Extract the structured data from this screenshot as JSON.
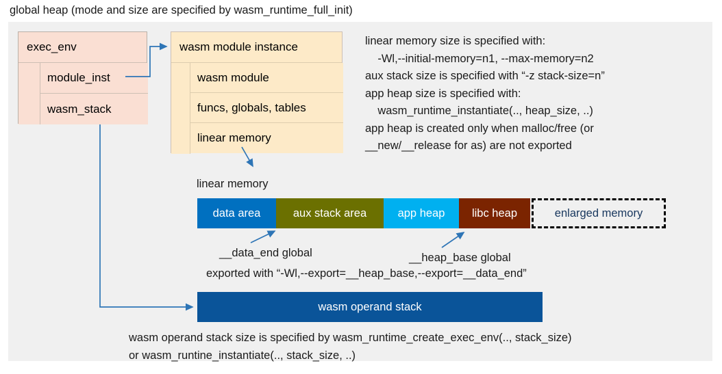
{
  "title": "global heap (mode and size are specified by wasm_runtime_full_init)",
  "colors": {
    "panel_background": "#f0f0f0",
    "exec_env_fill": "#fadfd3",
    "module_instance_fill": "#fdeac8",
    "data_area": "#0070c0",
    "aux_stack_area": "#6b7000",
    "app_heap": "#00b0f0",
    "libc_heap": "#7b2400",
    "enlarged_memory_text": "#17365d",
    "operand_stack": "#0a5499",
    "connector": "#2e75b6"
  },
  "exec_env": {
    "header": "exec_env",
    "fields": [
      {
        "label": "module_inst"
      },
      {
        "label": "wasm_stack"
      }
    ]
  },
  "module_instance": {
    "header": "wasm module instance",
    "rows": [
      {
        "label": "wasm module"
      },
      {
        "label": "funcs, globals, tables"
      },
      {
        "label": "linear memory"
      }
    ]
  },
  "runtime_note": "linear memory size is specified with:\n    -Wl,--initial-memory=n1, --max-memory=n2\naux stack size is specified with “-z stack-size=n”\napp heap size is specified with:\n    wasm_runtime_instantiate(.., heap_size, ..)\napp heap is created only when malloc/free (or\n__new/__release for as) are not exported",
  "linear_memory": {
    "caption": "linear memory",
    "segments": [
      {
        "label": "data area",
        "color": "#0070c0",
        "width": 115,
        "dashed": false
      },
      {
        "label": "aux stack area",
        "color": "#6b7000",
        "width": 157,
        "dashed": false
      },
      {
        "label": "app heap",
        "color": "#00b0f0",
        "width": 110,
        "dashed": false
      },
      {
        "label": "libc heap",
        "color": "#7b2400",
        "width": 104,
        "dashed": false
      },
      {
        "label": "enlarged memory",
        "color": "#f0f0f0",
        "width": 196,
        "dashed": true
      }
    ]
  },
  "annotations": {
    "data_end": "__data_end global",
    "heap_base": "__heap_base global",
    "exported_with": "exported with “-Wl,--export=__heap_base,--export=__data_end”"
  },
  "operand_stack": {
    "label": "wasm operand stack",
    "note": "wasm operand stack size is specified by wasm_runtime_create_exec_env(.., stack_size)\nor wasm_runtine_instantiate(.., stack_size, ..)"
  }
}
